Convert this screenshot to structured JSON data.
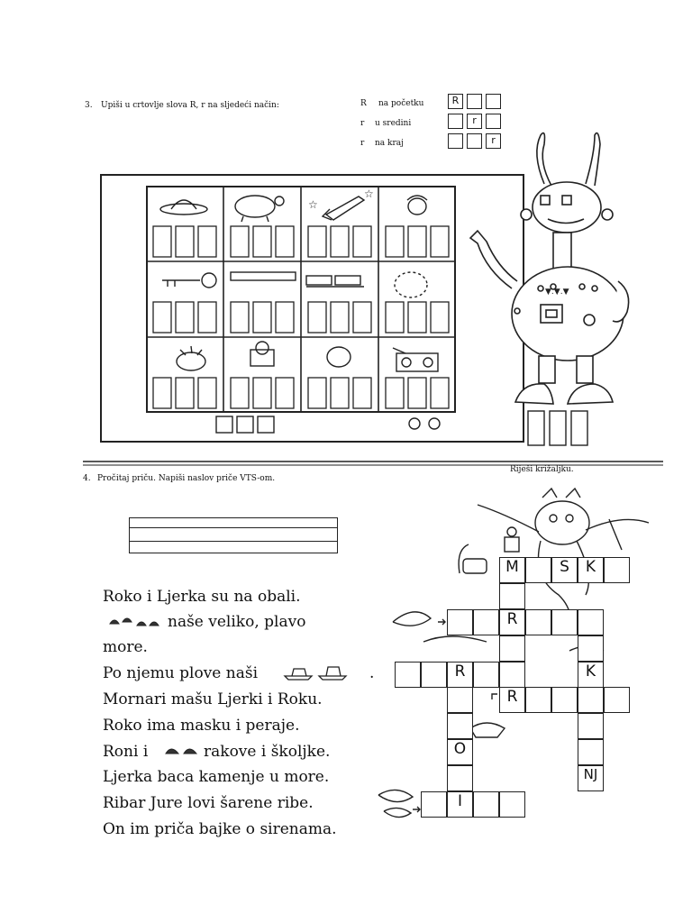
{
  "task3": {
    "number": "3.",
    "instruction": "Upiši  u crtovlje slova  R, r  na sljedeći način:",
    "rules": [
      {
        "letter": "R",
        "position": "na početku",
        "example": "R"
      },
      {
        "letter": "r",
        "position": "u sredini",
        "example": "r"
      },
      {
        "letter": "r",
        "position": "na kraj",
        "example": "r"
      }
    ],
    "robot_display": "▼.▼.▼"
  },
  "task4": {
    "number": "4.",
    "instruction": "Pročitaj priču. Napiši naslov priče VTS-om.",
    "crossword_instruction": "Riješi  križaljku.",
    "story": [
      "Roko i Ljerka su na obali.",
      "naše veliko, plavo",
      "more.",
      "Po njemu plove naši",
      "Mornari mašu Ljerki i Roku.",
      "Roko ima masku i peraje.",
      "Roni i",
      "rakove i školjke.",
      "Ljerka baca kamenje u more.",
      "Ribar Jure lovi šarene ribe.",
      "On im priča bajke o sirenama."
    ],
    "story_period": ".",
    "crossword_letters": {
      "m": "M",
      "s": "S",
      "k1": "K",
      "r1": "R",
      "r2": "R",
      "k2": "K",
      "r3": "R",
      "o": "O",
      "nj": "NJ",
      "i": "I"
    }
  }
}
